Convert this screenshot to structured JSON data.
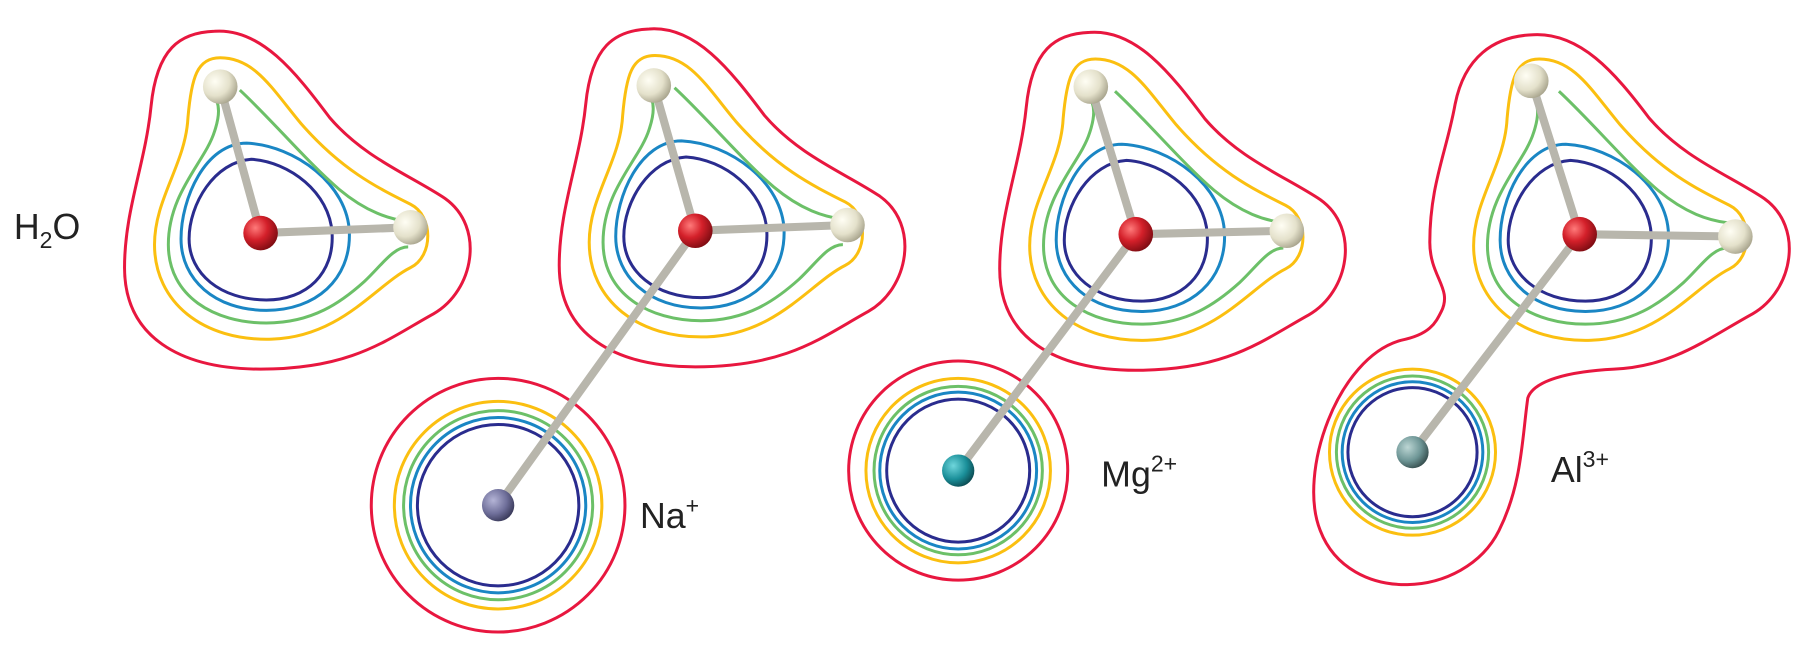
{
  "labels": {
    "water": {
      "base1": "H",
      "sub": "2",
      "base2": "O"
    },
    "sodium": {
      "base": "Na",
      "sup": "+"
    },
    "magnesium": {
      "base": "Mg",
      "sup": "2+"
    },
    "aluminum": {
      "base": "Al",
      "sup": "3+"
    }
  },
  "colors": {
    "contour_outer": "#e8173f",
    "contour_2": "#fbbf10",
    "contour_3": "#6cc068",
    "contour_4": "#1a86c4",
    "contour_inner": "#2a2c8e",
    "oxygen": "#d4202a",
    "hydrogen": "#e9e6d2",
    "sodium": "#6f6f9a",
    "magnesium": "#1a8f99",
    "aluminum": "#6e9696"
  }
}
